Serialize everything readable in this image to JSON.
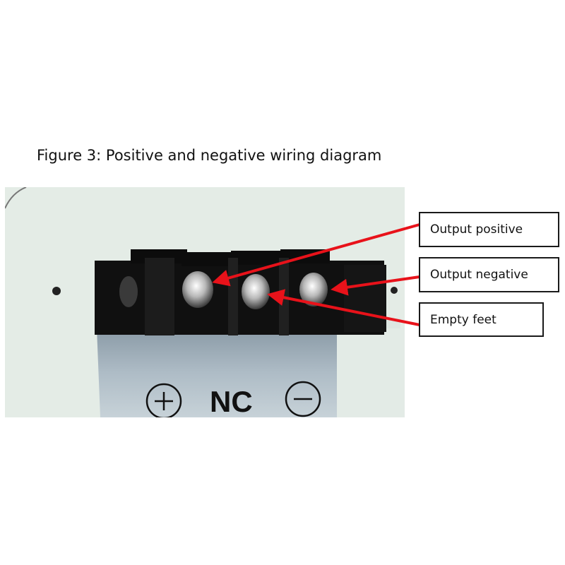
{
  "figure": {
    "caption": "Figure 3: Positive and negative wiring diagram"
  },
  "photo": {
    "description": "terminal block with three screw terminals",
    "terminal_markings": [
      "+",
      "NC",
      "−"
    ],
    "nc_label": "NC"
  },
  "callouts": [
    {
      "id": "output-positive",
      "label": "Output positive"
    },
    {
      "id": "output-negative",
      "label": "Output negative"
    },
    {
      "id": "empty-feet",
      "label": "Empty feet"
    }
  ],
  "colors": {
    "arrow": "#e8121a",
    "box_border": "#1a1a1a",
    "panel": "#e4ece6"
  }
}
